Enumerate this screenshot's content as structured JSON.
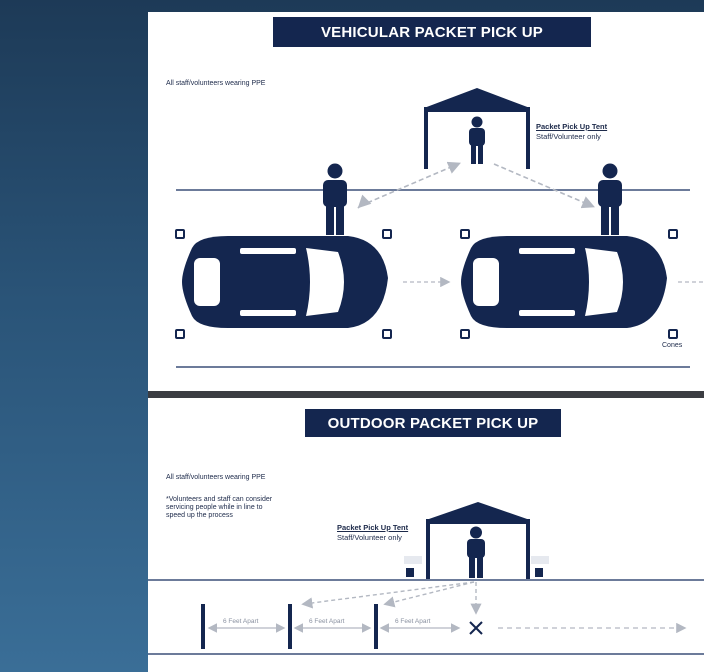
{
  "colors": {
    "navy": "#14264f",
    "arrow_gray": "#b3b8c2",
    "panel_bg": "#ffffff"
  },
  "vehicular": {
    "title": "VEHICULAR PACKET PICK UP",
    "ppe_note": "All staff/volunteers wearing PPE",
    "tent_label": "Packet Pick Up Tent",
    "tent_sublabel": "Staff/Volunteer only",
    "cones_label": "Cones"
  },
  "outdoor": {
    "title": "OUTDOOR PACKET PICK UP",
    "ppe_note": "All staff/volunteers wearing PPE",
    "note_lines": [
      "*Volunteers and staff can consider",
      "servicing people while in line to",
      "speed up the process"
    ],
    "tent_label": "Packet Pick Up Tent",
    "tent_sublabel": "Staff/Volunteer only",
    "spacing_labels": [
      "6 Feet Apart",
      "6 Feet Apart",
      "6 Feet Apart"
    ]
  }
}
